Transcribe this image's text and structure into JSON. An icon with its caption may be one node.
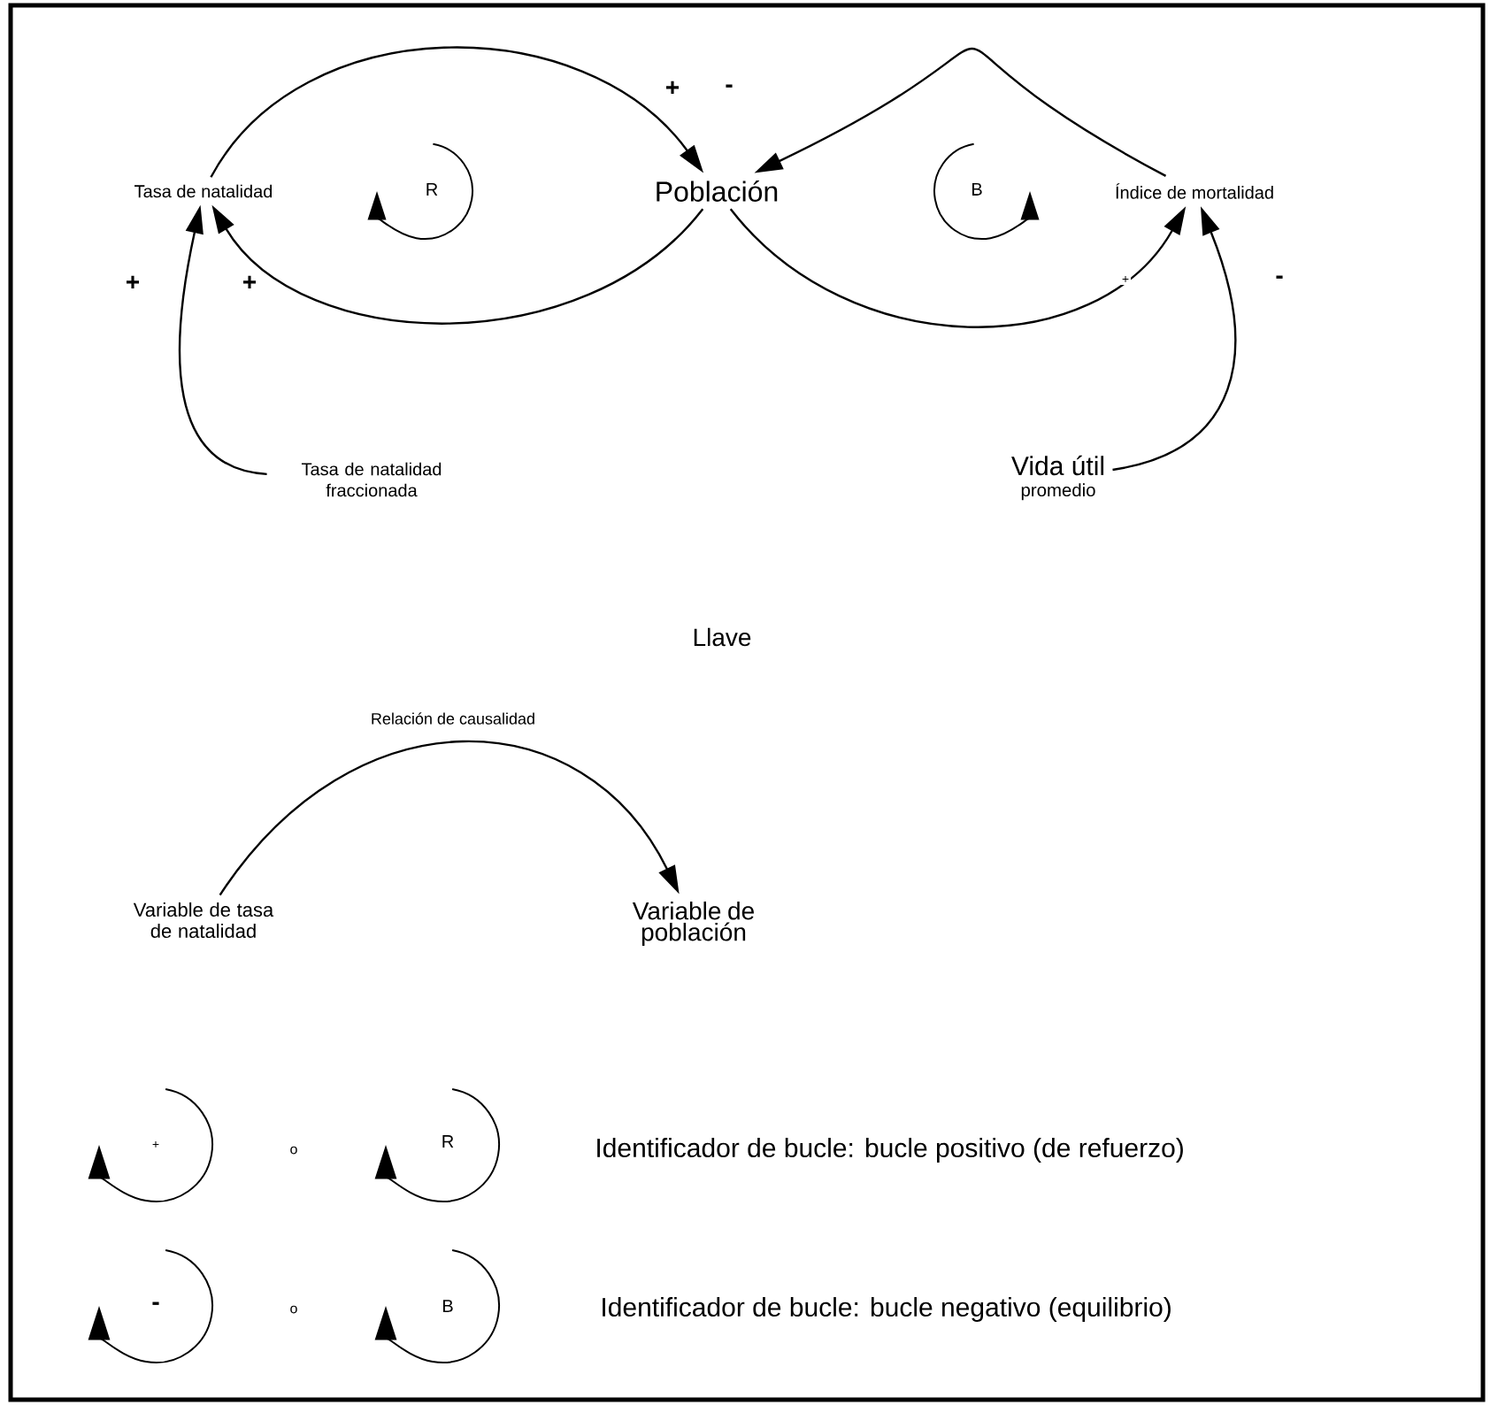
{
  "diagram": {
    "nodes": [
      {
        "text": [
          "Tasa de natalidad"
        ]
      },
      {
        "text": [
          "Población"
        ]
      },
      {
        "text": [
          "Índice de mortalidad"
        ]
      },
      {
        "text": [
          "Tasa de natalidad fraccionada"
        ]
      },
      {
        "text": [
          "Vida útil",
          "promedio"
        ]
      },
      {
        "text": [
          "Variable de tasa de natalidad"
        ]
      },
      {
        "text": [
          "Variable de población"
        ]
      }
    ],
    "edges": [
      {
        "from": 0,
        "to": 1,
        "arrow": "to",
        "label": "+"
      },
      {
        "from": 1,
        "to": 0,
        "arrow": "to",
        "label": "+"
      },
      {
        "from": 2,
        "to": 1,
        "arrow": "to",
        "label": "-"
      },
      {
        "from": 1,
        "to": 2,
        "arrow": "to",
        "label": "+"
      },
      {
        "from": 3,
        "to": 0,
        "arrow": "to",
        "label": "+"
      },
      {
        "from": 4,
        "to": 2,
        "arrow": "to",
        "label": "-"
      },
      {
        "from": 5,
        "to": 6,
        "arrow": "to",
        "label": "Relación de causalidad"
      }
    ],
    "labels": [
      "R",
      "B",
      "Llave",
      "+",
      "o",
      "R",
      "Identificador de bucle: bucle positivo (de refuerzo)",
      "-",
      "o",
      "B",
      "Identificador de bucle: bucle negativo (equilibrio)"
    ]
  }
}
